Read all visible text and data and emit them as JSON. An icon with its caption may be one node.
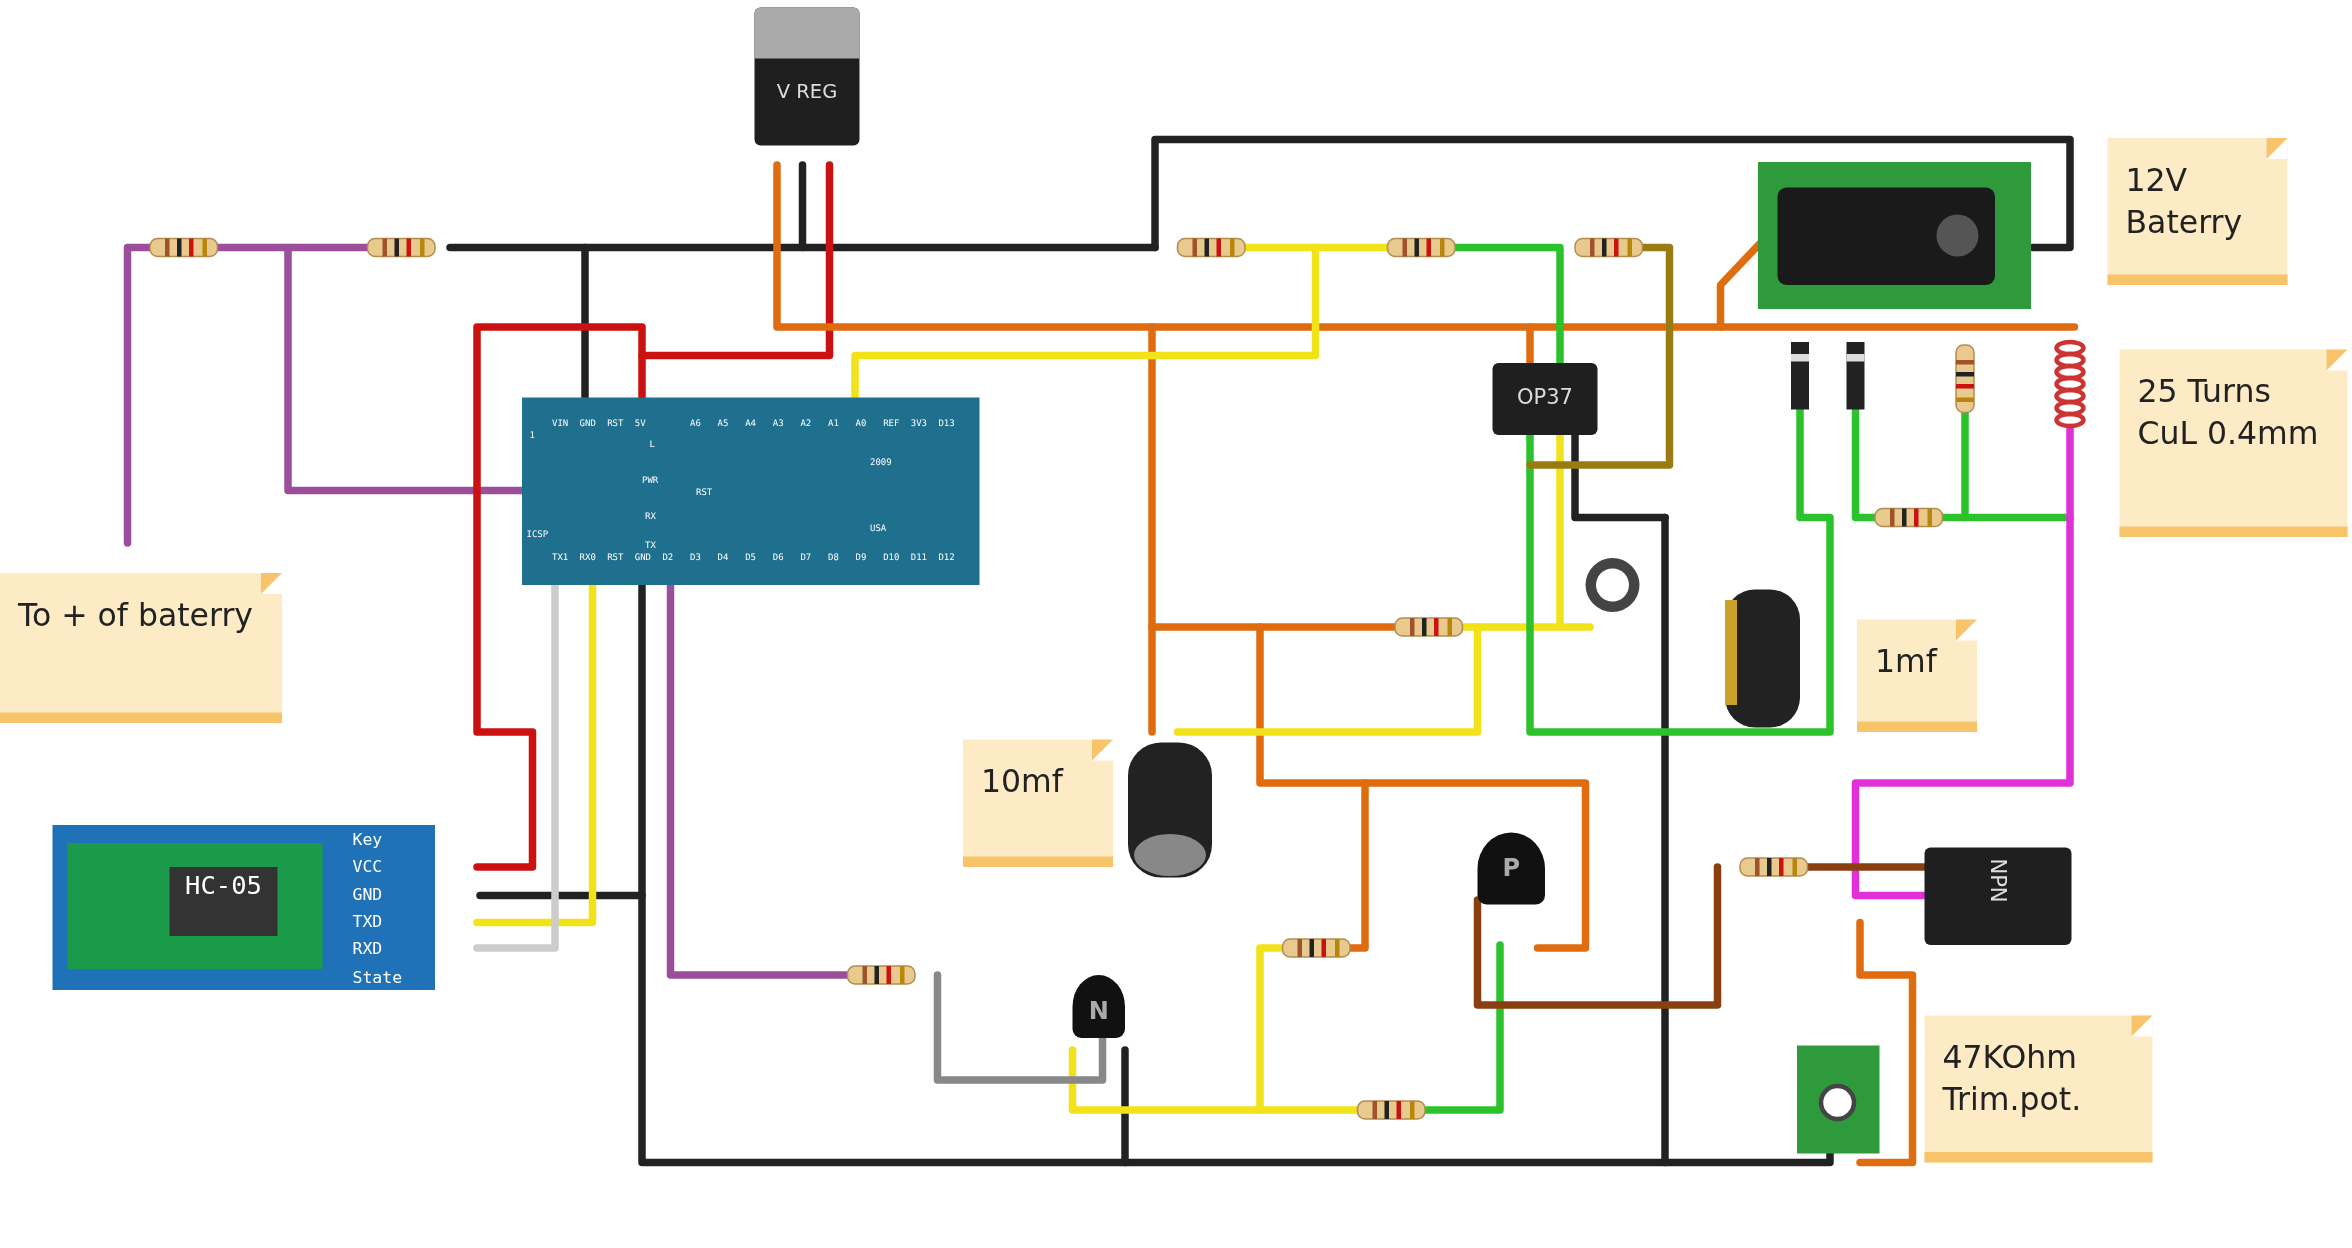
{
  "diagram": {
    "nodes": [
      {
        "text": [
          "V REG"
        ]
      },
      {
        "text": [
          "12V Baterry"
        ]
      },
      {
        "text": [
          "25 Turns CuL 0.4mm"
        ]
      },
      {
        "text": [
          "OP37"
        ]
      },
      {
        "text": [
          "To + of baterry"
        ]
      },
      {
        "text": [
          "1mf"
        ]
      },
      {
        "text": [
          "10mf"
        ]
      },
      {
        "text": [
          "HC-05"
        ]
      },
      {
        "text": [
          "P"
        ]
      },
      {
        "text": [
          "NPN"
        ]
      },
      {
        "text": [
          "N"
        ]
      },
      {
        "text": [
          "47KOhm Trim.pot."
        ]
      }
    ],
    "labels": [
      "VIN",
      "GND",
      "RST",
      "5V",
      "A6",
      "A5",
      "A4",
      "A3",
      "A2",
      "A1",
      "A0",
      "REF",
      "3V3",
      "D13",
      "1",
      "L",
      "PWR",
      "RST",
      "2009",
      "RX",
      "USA",
      "ICSP",
      "TX",
      "TX1",
      "RX0",
      "RST",
      "GND",
      "D2",
      "D3",
      "D4",
      "D5",
      "D6",
      "D7",
      "D8",
      "D9",
      "D10",
      "D11",
      "D12",
      "Key",
      "VCC",
      "GND",
      "TXD",
      "RXD",
      "State"
    ]
  }
}
